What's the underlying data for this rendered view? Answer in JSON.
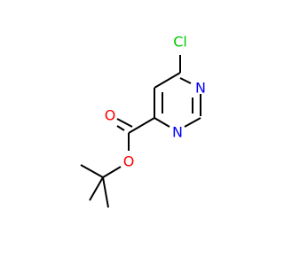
{
  "molecule": {
    "atoms": {
      "chlorine": {
        "label": "Cl",
        "color": "#00CC00"
      },
      "nitrogen_1": {
        "label": "N",
        "color": "#0000FF"
      },
      "nitrogen_3": {
        "label": "N",
        "color": "#0000FF"
      },
      "carbonyl_oxygen": {
        "label": "O",
        "color": "#FF0000"
      },
      "ester_oxygen": {
        "label": "O",
        "color": "#FF0000"
      }
    },
    "bond_color": "#000000"
  }
}
